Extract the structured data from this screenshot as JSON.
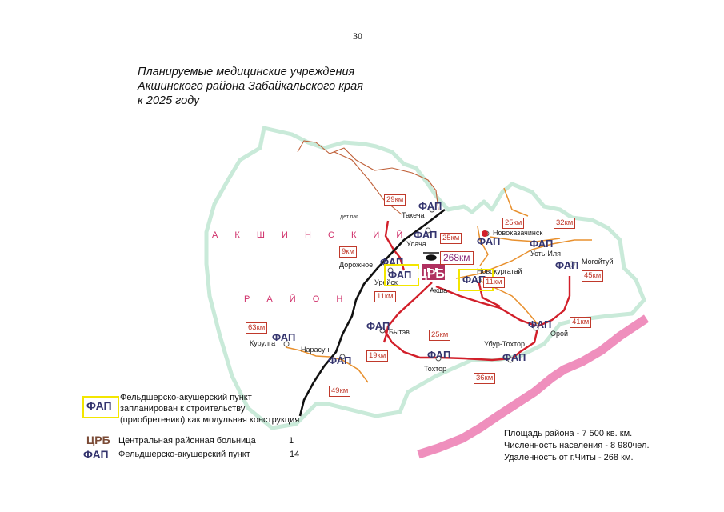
{
  "page_number": "30",
  "title_lines": [
    "Планируемые медицинские учреждения",
    "Акшинского района Забайкальского края",
    "к 2025 году"
  ],
  "region_label_1": "А К Ш И Н С К И Й",
  "region_label_2": "Р А Й О Н",
  "fap_label": "ФАП",
  "crb_label": "ЦРБ",
  "places": {
    "takecha": "Такеча",
    "ulacha": "Улача",
    "novokazachinsk": "Новоказачинск",
    "ust_ilya": "Усть-Иля",
    "mogoytuy": "Могойтуй",
    "dorozhnoe": "Дорожное",
    "ureysk": "Урейск",
    "aksha": "Акша",
    "novokurgatai": "Новокургатай",
    "bytev": "Бытэв",
    "kurulga": "Курулга",
    "narasun": "Нарасун",
    "tokhtor": "Тохтор",
    "ubur_tokhtor": "Убур-Тохтор",
    "oroy": "Орой",
    "det_lag": "дет.лаг."
  },
  "distances": {
    "takecha": "29км",
    "ulacha": "25км",
    "novokazachinsk": "25км",
    "ust_ilya": "32км",
    "mogoytuy": "45км",
    "dorozhnoe": "9км",
    "chita": "268км",
    "ureysk": "11км",
    "novokurgatai": "11км",
    "oroy": "41км",
    "kurulga": "63км",
    "bytev": "19км",
    "tokhtor": "25км",
    "ubur_tokhtor": "36км",
    "narasun": "49км"
  },
  "legend": {
    "modular_fap_text": [
      "Фельдшерско-акушерский пункт",
      "запланирован к строительству",
      "(приобретению) как модульная конструкция"
    ],
    "crb_text": "Центральная районная больница",
    "crb_count": "1",
    "fap_text": "Фельдшерско-акушерский пункт",
    "fap_count": "14"
  },
  "stats": {
    "area": "Площадь района - 7 500 кв. км.",
    "population": "Численность населения - 8 980чел.",
    "distance": "Удаленность от г.Читы - 268 км."
  },
  "colors": {
    "border": "#c9ead9",
    "road_main": "#d21f2a",
    "road_local": "#e8902e",
    "rail": "#111111",
    "state_border": "#ef8fbd",
    "fap": "#34346e",
    "crb": "#b03060",
    "highlight": "#f3e600"
  }
}
